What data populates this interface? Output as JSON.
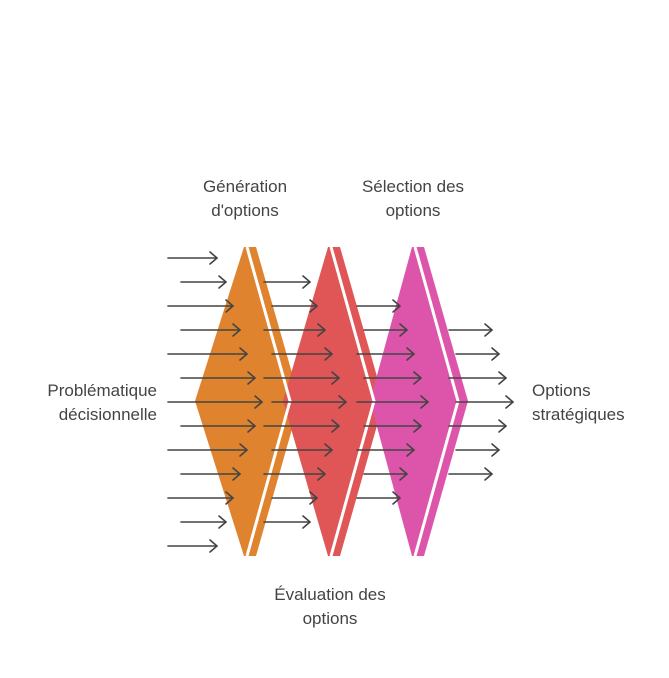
{
  "labels": {
    "generation": [
      "Génération",
      "d'options"
    ],
    "selection": [
      "Sélection des",
      "options"
    ],
    "evaluation": [
      "Évaluation des",
      "options"
    ],
    "problem": [
      "Problématique",
      "décisionnelle"
    ],
    "outcome": [
      "Options",
      "stratégiques"
    ]
  },
  "colors": {
    "stage1": "#E0832F",
    "stage2": "#E05555",
    "stage3": "#DD55AA",
    "arrow": "#444444",
    "text": "#444444"
  },
  "icons": {
    "flow_arrow": "right-arrow-icon"
  }
}
